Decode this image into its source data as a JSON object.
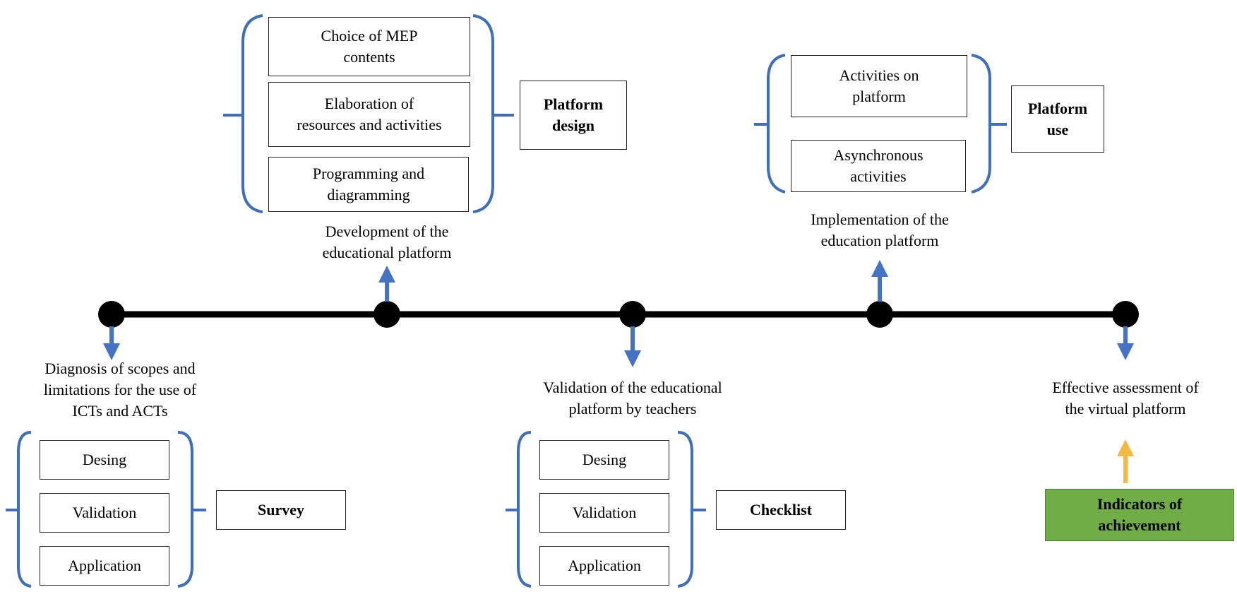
{
  "colors": {
    "line": "#000000",
    "arrow": "#4472c4",
    "brace": "#3f6fb8",
    "accent_arrow": "#f4b942",
    "green_box": "#70ad47"
  },
  "milestones": {
    "m1": {
      "label": "Diagnosis of scopes and\nlimitations for the use of\nICTs and ACTs"
    },
    "m2": {
      "label": "Development of the\neducational platform"
    },
    "m3": {
      "label": "Validation of the educational\nplatform by teachers"
    },
    "m4": {
      "label": "Implementation of the\neducation platform"
    },
    "m5": {
      "label": "Effective assessment of\nthe virtual platform"
    }
  },
  "groups": {
    "survey": {
      "items": [
        "Desing",
        "Validation",
        "Application"
      ],
      "result": "Survey"
    },
    "design": {
      "items": [
        "Choice of MEP\ncontents",
        "Elaboration of\nresources and activities",
        "Programming and\ndiagramming"
      ],
      "result": "Platform\ndesign"
    },
    "checklist": {
      "items": [
        "Desing",
        "Validation",
        "Application"
      ],
      "result": "Checklist"
    },
    "use": {
      "items": [
        "Activities on\nplatform",
        "Asynchronous\nactivities"
      ],
      "result": "Platform\nuse"
    }
  },
  "indicators": {
    "label": "Indicators of\nachievement"
  }
}
